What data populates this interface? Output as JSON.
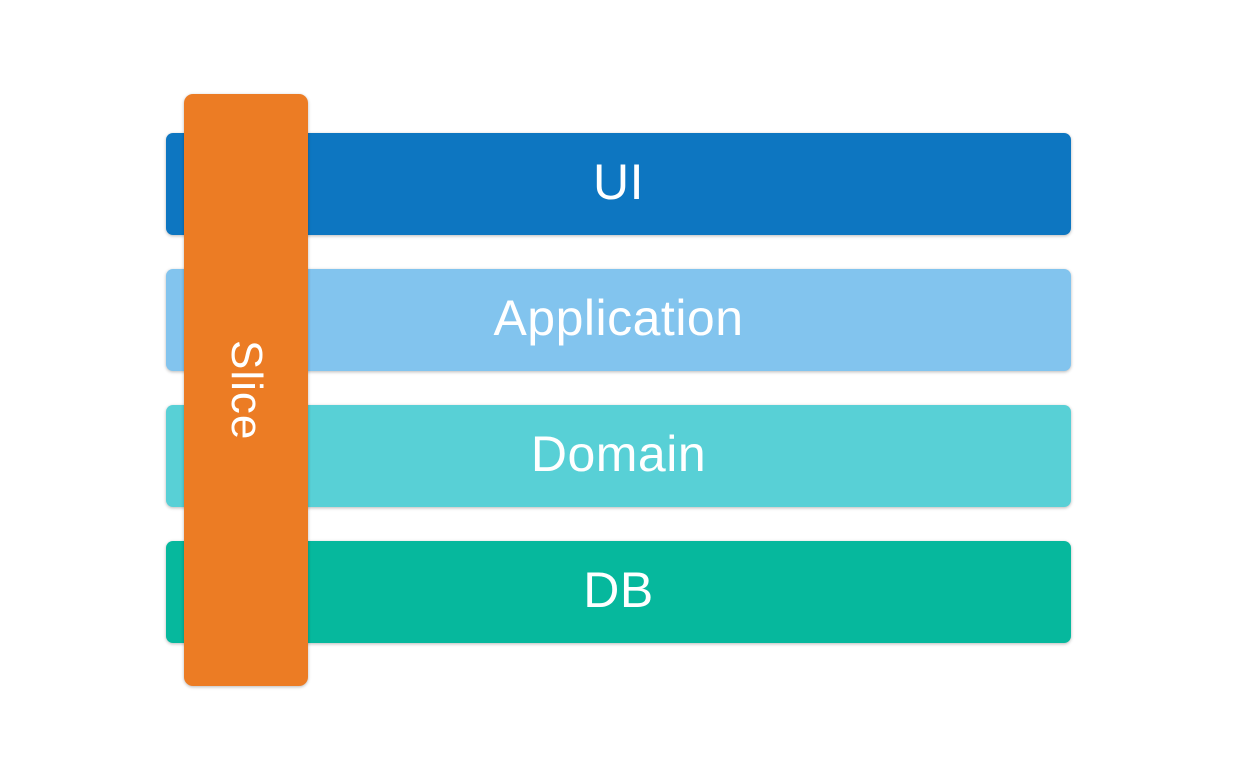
{
  "diagram": {
    "title": "layered-architecture-with-vertical-slice",
    "background_color": "#ffffff",
    "text_color": "#ffffff",
    "layers": [
      {
        "label": "UI",
        "color": "#0d76c1"
      },
      {
        "label": "Application",
        "color": "#82c4ee"
      },
      {
        "label": "Domain",
        "color": "#58d0d6"
      },
      {
        "label": "DB",
        "color": "#06b89d"
      }
    ],
    "slice": {
      "label": "Slice",
      "color": "#ec7c24"
    }
  }
}
